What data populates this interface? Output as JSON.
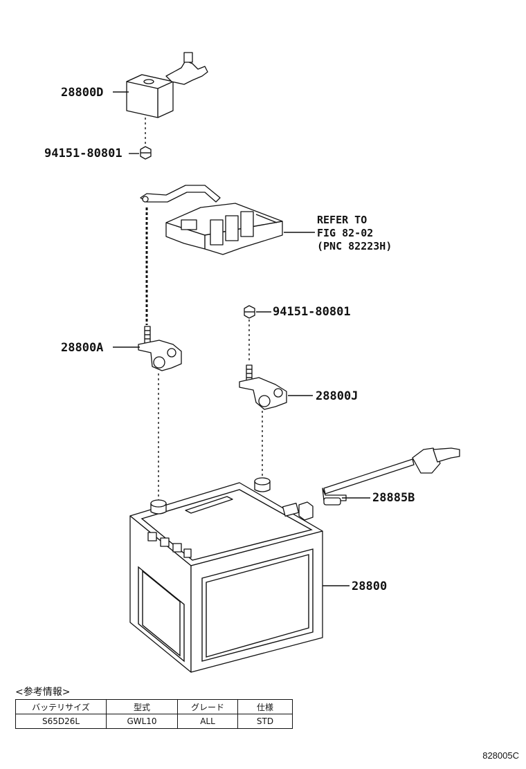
{
  "labels": {
    "p28800D": "28800D",
    "nut1": "94151-80801",
    "refer_line1": "REFER TO",
    "refer_line2": "FIG 82-02",
    "refer_line3": "(PNC 82223H)",
    "nut2": "94151-80801",
    "p28800A": "28800A",
    "p28800J": "28800J",
    "p28885B": "28885B",
    "p28800": "28800"
  },
  "info": {
    "title": "<参考情報>",
    "headers": [
      "バッテリサイズ",
      "型式",
      "グレード",
      "仕様"
    ],
    "rows": [
      [
        "S65D26L",
        "GWL10",
        "ALL",
        "STD"
      ]
    ]
  },
  "figure_code": "828005C"
}
